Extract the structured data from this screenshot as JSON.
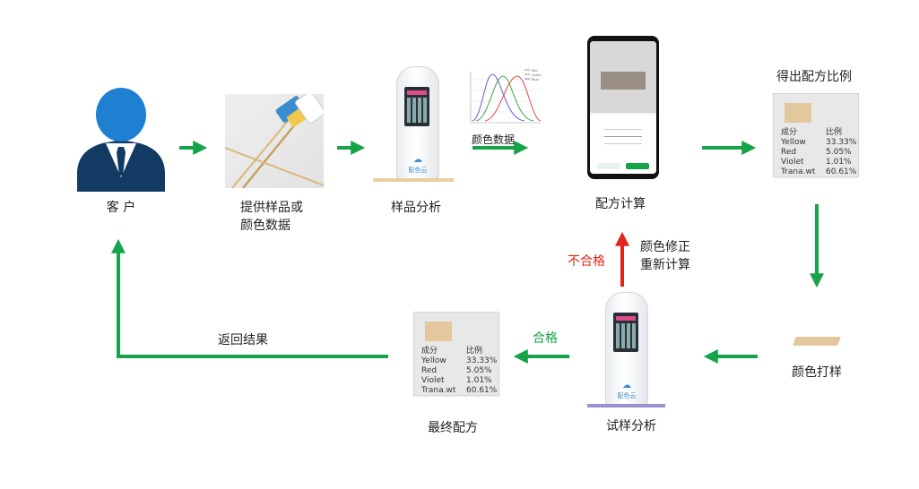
{
  "nodes": {
    "customer": "客 户",
    "provide_line1": "提供样品或",
    "provide_line2": "颜色数据",
    "sample_analysis": "样品分析",
    "color_data": "颜色数据",
    "formula_calc": "配方计算",
    "get_ratio": "得出配方比例",
    "color_proof": "颜色打样",
    "trial_analysis": "试样分析",
    "final_formula": "最终配方",
    "return_result": "返回结果",
    "pass": "合格",
    "fail": "不合格",
    "correct_line1": "颜色修正",
    "correct_line2": "重新计算"
  },
  "device_logo": "配色云",
  "ratio_card": {
    "headers": [
      "成分",
      "比例"
    ],
    "rows": [
      [
        "Yellow",
        "33.33%"
      ],
      [
        "Red",
        "5.05%"
      ],
      [
        "Violet",
        "1.01%"
      ],
      [
        "Trana.wt",
        "60.61%"
      ]
    ],
    "swatch_color": "#e3c79d"
  },
  "final_card": {
    "headers": [
      "成分",
      "比例"
    ],
    "rows": [
      [
        "Yellow",
        "33.33%"
      ],
      [
        "Red",
        "5.05%"
      ],
      [
        "Violet",
        "1.01%"
      ],
      [
        "Trana.wt",
        "60.61%"
      ]
    ],
    "swatch_color": "#e3c79d"
  },
  "spectral_chart": {
    "legend": [
      "Red",
      "Green",
      "Blue"
    ],
    "colors": [
      "#e04a4a",
      "#3aa64a",
      "#6a5acd"
    ]
  },
  "colors": {
    "arrow_green": "#16a34a",
    "arrow_red": "#e0261a",
    "person_blue": "#1f7fd0",
    "person_dark": "#123a63"
  }
}
